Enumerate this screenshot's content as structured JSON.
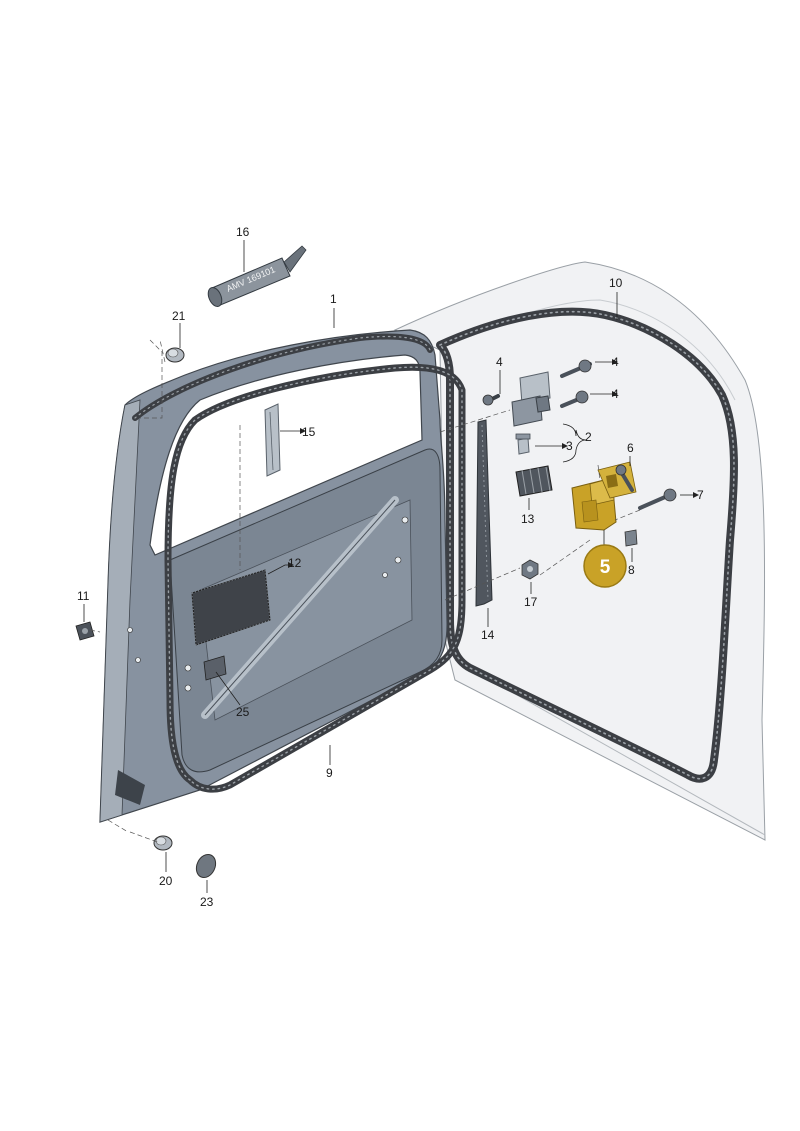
{
  "diagram": {
    "tube_text": "AMV 169101",
    "highlight": {
      "label": "5",
      "color": "#c9a227"
    },
    "callouts": [
      {
        "id": "c1",
        "text": "1"
      },
      {
        "id": "c2",
        "text": "2"
      },
      {
        "id": "c3",
        "text": "3"
      },
      {
        "id": "c4a",
        "text": "4"
      },
      {
        "id": "c4b",
        "text": "4"
      },
      {
        "id": "c4c",
        "text": "4"
      },
      {
        "id": "c6",
        "text": "6"
      },
      {
        "id": "c7",
        "text": "7"
      },
      {
        "id": "c8",
        "text": "8"
      },
      {
        "id": "c9",
        "text": "9"
      },
      {
        "id": "c10",
        "text": "10"
      },
      {
        "id": "c11",
        "text": "11"
      },
      {
        "id": "c12",
        "text": "12"
      },
      {
        "id": "c13",
        "text": "13"
      },
      {
        "id": "c14",
        "text": "14"
      },
      {
        "id": "c15",
        "text": "15"
      },
      {
        "id": "c16",
        "text": "16"
      },
      {
        "id": "c17",
        "text": "17"
      },
      {
        "id": "c20",
        "text": "20"
      },
      {
        "id": "c21",
        "text": "21"
      },
      {
        "id": "c23",
        "text": "23"
      },
      {
        "id": "c25",
        "text": "25"
      }
    ],
    "colors": {
      "door": "#8d96a1",
      "door_dark": "#5f6873",
      "body": "#eef0f2",
      "seal": "#3c3f44",
      "hinge_part": "#c9a227"
    }
  }
}
